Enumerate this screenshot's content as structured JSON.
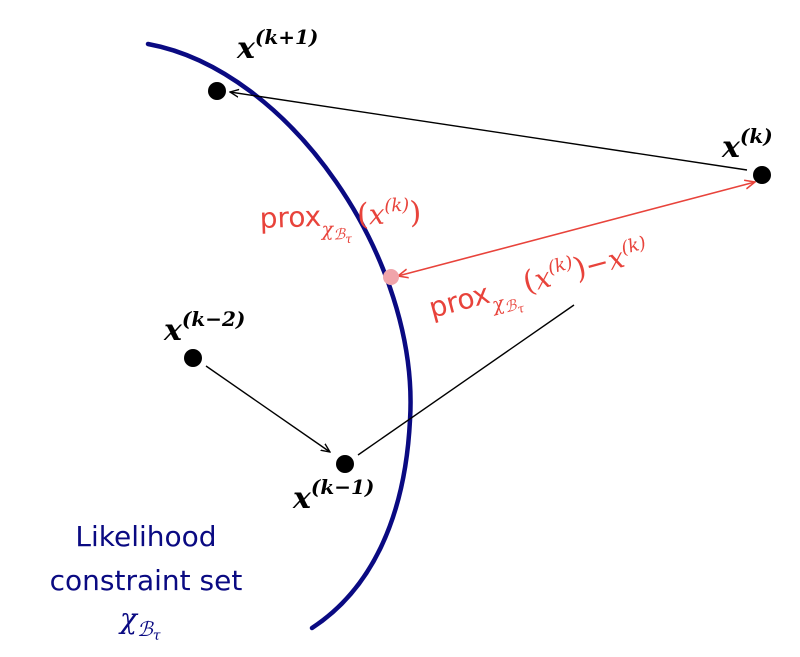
{
  "colors": {
    "curve": "#0a0a82",
    "prox": "#e8433b",
    "prox_point": "#f0a4aa",
    "points": "#000000"
  },
  "points": {
    "kp1": {
      "base": "x",
      "sup": "(k+1)"
    },
    "k": {
      "base": "x",
      "sup": "(k)"
    },
    "km2": {
      "base": "x",
      "sup": "(k−2)"
    },
    "km1": {
      "base": "x",
      "sup": "(k−1)"
    }
  },
  "prox_label": {
    "name": "prox",
    "subscript": "χ",
    "subsub": "ℬ",
    "subsubsub": "τ",
    "argument_open": "(",
    "argument_base": "x",
    "argument_sup": "(k)",
    "argument_close": ")"
  },
  "prox_diff_label": {
    "name": "prox",
    "subscript": "χ",
    "subsub": "ℬ",
    "subsubsub": "τ",
    "argument_open": "(",
    "argument_base": "x",
    "argument_sup": "(k)",
    "argument_close": ")",
    "minus": "−",
    "minus_base": "x",
    "minus_sup": "(k)"
  },
  "constraint_label": {
    "line1": "Likelihood",
    "line2": "constraint set",
    "symbol": "χ",
    "symbol_sub": "ℬ",
    "symbol_subsub": "τ"
  }
}
